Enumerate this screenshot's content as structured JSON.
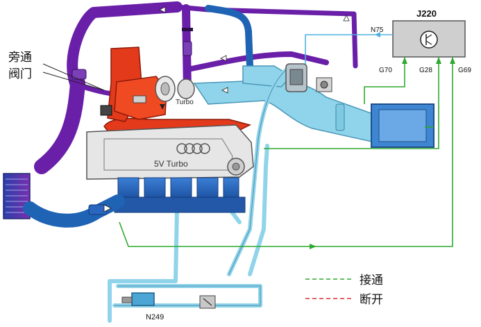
{
  "labels": {
    "bypass_valve": [
      "旁通",
      "阀门"
    ],
    "ecu": "J220",
    "n75": "N75",
    "g70": "G70",
    "g28": "G28",
    "g69": "G69",
    "turbo": "Turbo",
    "engine": "5V Turbo",
    "n249": "N249"
  },
  "legend": {
    "connected": "接通",
    "disconnected": "断开"
  },
  "colors": {
    "charge_air": "#6a1fa8",
    "intake_air": "#8fd4ea",
    "intake_dark": "#1f63b5",
    "exhaust": "#e23a1a",
    "signal_green": "#2fa82f",
    "signal_red": "#d83030",
    "engine_block": "#e6e6e6",
    "manifold": "#2357a8"
  }
}
